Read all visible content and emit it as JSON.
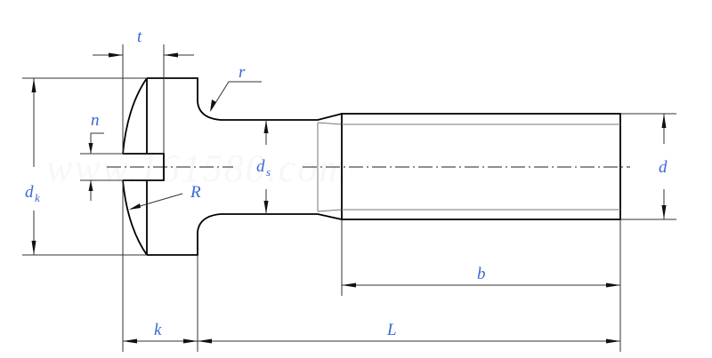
{
  "drawing": {
    "subject": "Slotted pan head screw",
    "watermark": "www.161580.com",
    "colors": {
      "label": "#3a66d6",
      "line": "#000000"
    },
    "labels": {
      "t": "t",
      "r": "r",
      "n": "n",
      "dk_main": "d",
      "dk_sub": "k",
      "R": "R",
      "ds_main": "d",
      "ds_sub": "s",
      "d": "d",
      "b": "b",
      "k": "k",
      "L": "L"
    }
  }
}
